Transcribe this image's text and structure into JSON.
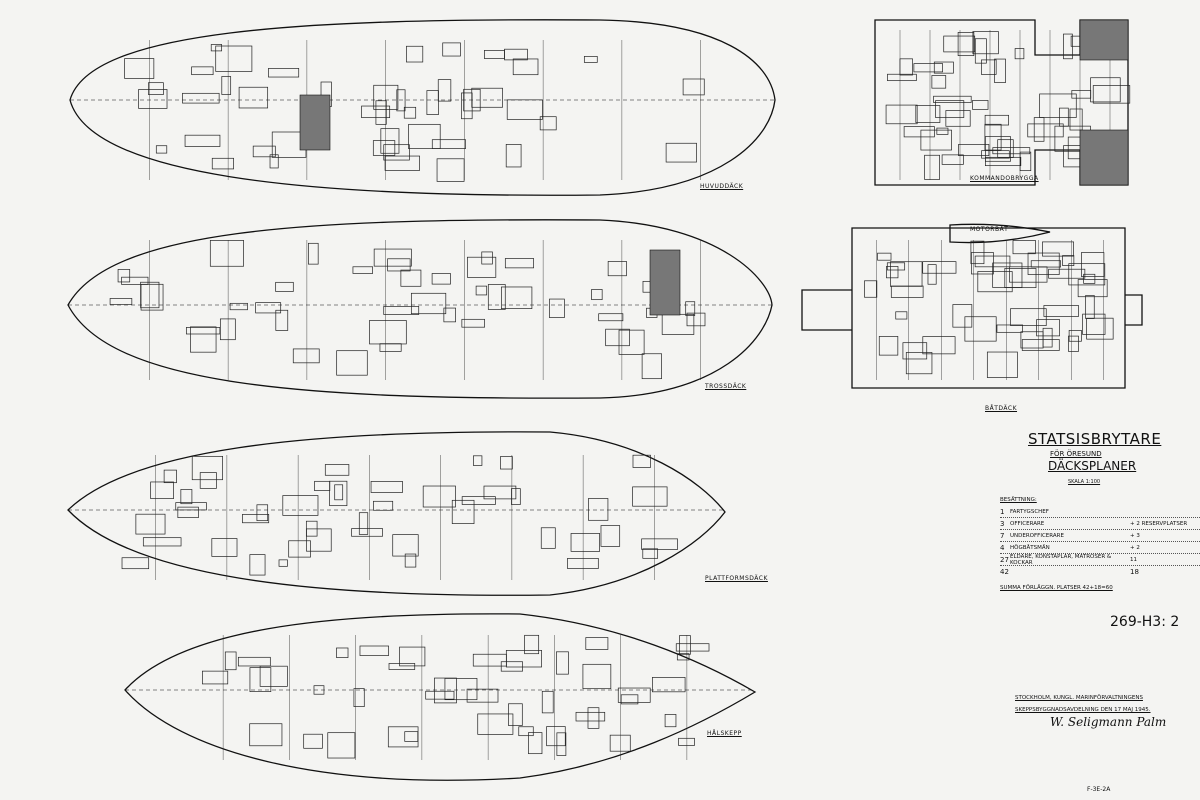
{
  "deck_labels": {
    "main_deck": "HUVUDDÄCK",
    "bridge": "KOMMANDOBRYGGA",
    "boat_deck": "BÅTDÄCK",
    "lower_deck": "TROSSDÄCK",
    "platform_deck": "PLATTFORMSDÄCK",
    "hold": "HÅLSKEPP",
    "motor_boat": "MOTORBÅT"
  },
  "title_block": {
    "title": "STATSISBRYTARE",
    "subtitle": "FÖR ÖRESUND",
    "heading": "DÄCKSPLANER",
    "scale": "SKALA 1:100",
    "crew_heading": "BESÄTTNING:",
    "crew": [
      {
        "n": "1",
        "role": "FARTYGSCHEF",
        "reserve": ""
      },
      {
        "n": "3",
        "role": "OFFICERARE",
        "reserve": "+ 2 RESERVPLATSER"
      },
      {
        "n": "7",
        "role": "UNDEROFFICERARE",
        "reserve": "+ 3"
      },
      {
        "n": "4",
        "role": "HÖGBÅTSMÄN",
        "reserve": "+ 2"
      },
      {
        "n": "27",
        "role": "ELDARE, KONSTAPLAR, MATROSER & KOCKAR",
        "reserve": "11"
      }
    ],
    "total": "42",
    "reserve_total": "18",
    "summary": "SUMMA FÖRLÄGGN. PLATSER 42+18=60"
  },
  "drawing_number": "269-H3: 2",
  "place_line1": "STOCKHOLM, KUNGL. MARINFÖRVALTNINGENS",
  "place_line2": "SKEPPSBYGGNADSAVDELNING DEN 17 MAJ 1945.",
  "signature": "W. Seligmann   Palm",
  "reference": "F-3E-2A"
}
